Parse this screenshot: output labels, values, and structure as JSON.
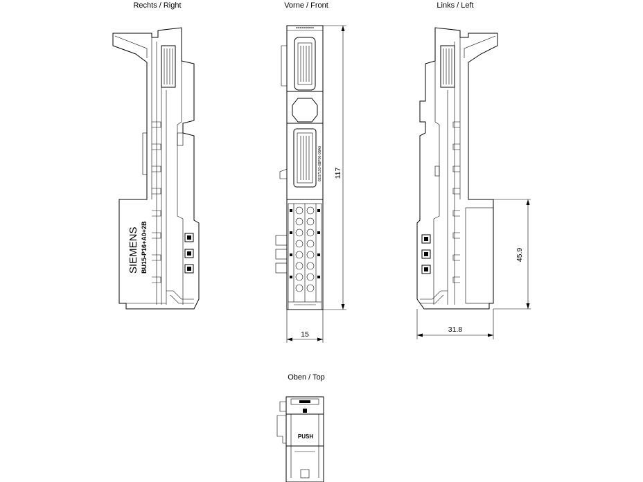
{
  "views": {
    "right": "Rechts / Right",
    "front": "Vorne / Front",
    "left": "Links / Left",
    "top": "Oben / Top"
  },
  "labels": {
    "brand": "SIEMENS",
    "model": "BU15-P16+A0+2B",
    "order_number": "6ES7193-6BP00-0BA0",
    "push": "PUSH"
  },
  "dimensions": {
    "height": "117",
    "width_front": "15",
    "depth": "31.8",
    "terminal_height": "45.9"
  }
}
